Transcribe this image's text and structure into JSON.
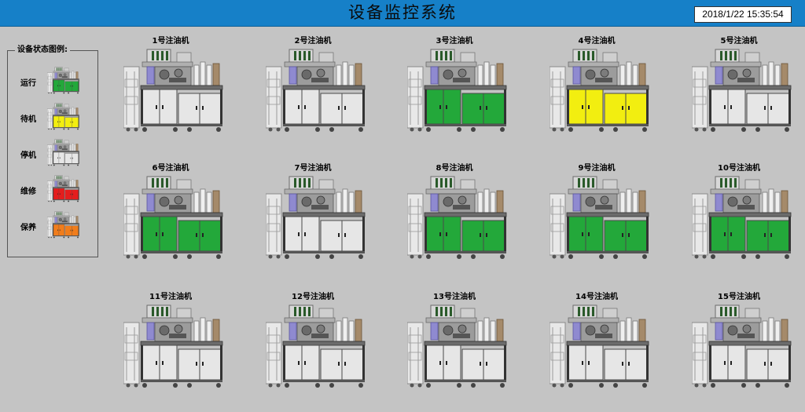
{
  "header": {
    "title": "设备监控系统",
    "datetime": "2018/1/22 15:35:54"
  },
  "colors": {
    "running": "#23a83a",
    "standby": "#f2ee10",
    "stopped": "#e6e6e6",
    "repair": "#e41d1d",
    "maintain": "#f07d1c"
  },
  "legend": {
    "title": "设备状态图例:",
    "items": [
      {
        "label": "运行",
        "status": "running"
      },
      {
        "label": "待机",
        "status": "standby"
      },
      {
        "label": "停机",
        "status": "stopped"
      },
      {
        "label": "维修",
        "status": "repair"
      },
      {
        "label": "保养",
        "status": "maintain"
      }
    ]
  },
  "machines": [
    {
      "name": "1号注油机",
      "status": "stopped"
    },
    {
      "name": "2号注油机",
      "status": "stopped"
    },
    {
      "name": "3号注油机",
      "status": "running"
    },
    {
      "name": "4号注油机",
      "status": "standby"
    },
    {
      "name": "5号注油机",
      "status": "stopped"
    },
    {
      "name": "6号注油机",
      "status": "running"
    },
    {
      "name": "7号注油机",
      "status": "stopped"
    },
    {
      "name": "8号注油机",
      "status": "running"
    },
    {
      "name": "9号注油机",
      "status": "running"
    },
    {
      "name": "10号注油机",
      "status": "running"
    },
    {
      "name": "11号注油机",
      "status": "stopped"
    },
    {
      "name": "12号注油机",
      "status": "stopped"
    },
    {
      "name": "13号注油机",
      "status": "stopped"
    },
    {
      "name": "14号注油机",
      "status": "stopped"
    },
    {
      "name": "15号注油机",
      "status": "stopped"
    }
  ]
}
